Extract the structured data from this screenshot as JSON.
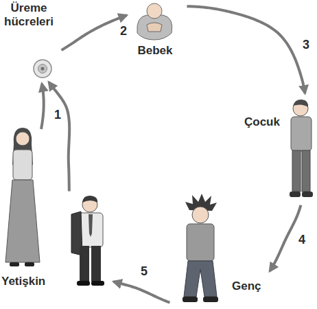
{
  "diagram": {
    "nodes": [
      {
        "text": [
          "Üreme hücreleri"
        ]
      },
      {
        "text": [
          "Bebek"
        ]
      },
      {
        "text": [
          "Çocuk"
        ]
      },
      {
        "text": [
          "Genç"
        ]
      },
      {
        "text": [
          "Yetişkin"
        ]
      }
    ],
    "edges": [
      {
        "from": 0,
        "to": 1,
        "arrow": "to",
        "label": "2"
      },
      {
        "from": 1,
        "to": 2,
        "arrow": "to",
        "label": "3"
      },
      {
        "from": 2,
        "to": 3,
        "arrow": "to",
        "label": "4"
      },
      {
        "from": 3,
        "to": 4,
        "arrow": "to",
        "label": "5"
      },
      {
        "from": 4,
        "to": 0,
        "arrow": "to",
        "label": "1"
      }
    ]
  }
}
